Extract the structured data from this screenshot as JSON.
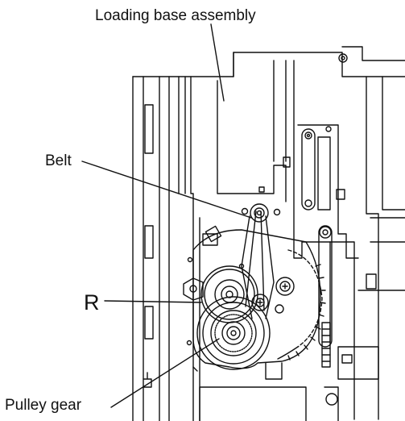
{
  "labels": {
    "loading_base_assembly": "Loading base assembly",
    "belt": "Belt",
    "r": "R",
    "pulley_gear": "Pulley gear"
  },
  "colors": {
    "line": "#111111",
    "background": "#ffffff"
  }
}
